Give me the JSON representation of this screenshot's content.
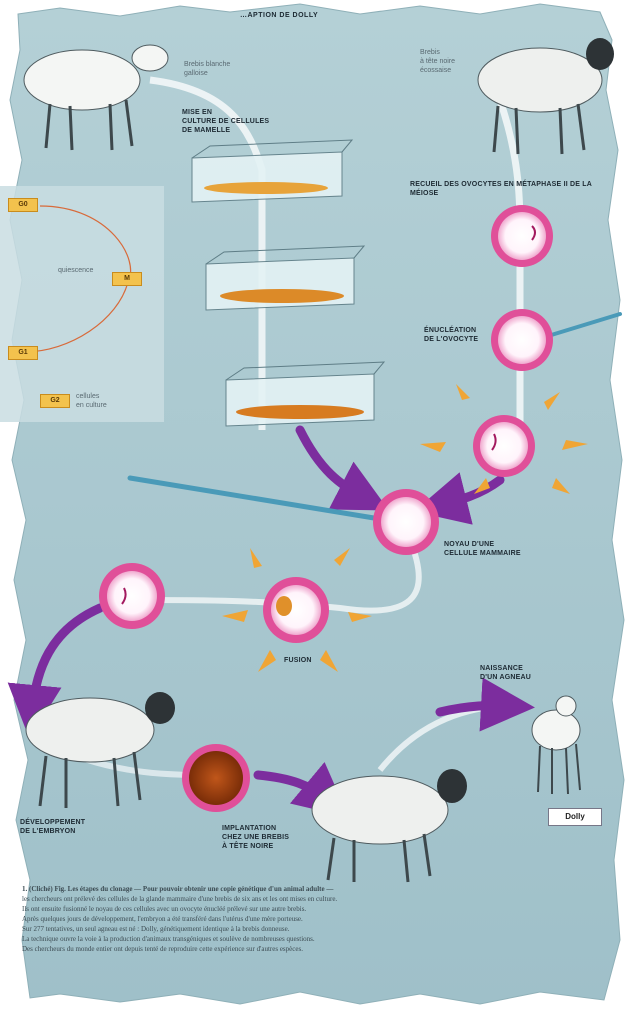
{
  "title": "…APTION DE DOLLY",
  "labels": {
    "left_sheep_note": "Brebis blanche\ngalloise",
    "right_sheep_note": "Brebis\nà tête noire\nécossaise",
    "udder_cells": "MISE EN\nCULTURE DE CELLULES\nDE MAMELLE",
    "retrieval": "RECUEIL DES OVOCYTES EN MÉTAPHASE II DE LA MÉIOSE",
    "enucleation": "ÉNUCLÉATION\nDE L'OVOCYTE",
    "nucleus_transfer": "NOYAU D'UNE\nCELLULE MAMMAIRE",
    "electro_fusion": "FUSION",
    "culture": "DÉVELOPPEMENT\nDE L'EMBRYON",
    "implant": "IMPLANTATION\nCHEZ UNE BREBIS\nÀ TÊTE NOIRE",
    "birth": "NAISSANCE\nD'UN AGNEAU",
    "dolly": "Dolly"
  },
  "cycle_boxes": [
    "G0",
    "M",
    "G1",
    "G2"
  ],
  "cycle_notes": [
    "quiescence",
    "cellules\nen culture"
  ],
  "footer_lines": [
    "1. (Cliché) Fig. Les étapes du clonage — Pour pouvoir obtenir une copie génétique d'un animal adulte —",
    "les chercheurs ont prélevé des cellules de la glande mammaire d'une brebis de six ans et les ont mises en culture.",
    "Ils ont ensuite fusionné le noyau de ces cellules avec un ovocyte énucléé prélevé sur une autre brebis.",
    "Après quelques jours de développement, l'embryon a été transféré dans l'utérus d'une mère porteuse.",
    "Sur 277 tentatives, un seul agneau est né : Dolly, génétiquement identique à la brebis donneuse.",
    "La technique ouvre la voie à la production d'animaux transgéniques et soulève de nombreuses questions.",
    "Des chercheurs du monde entier ont depuis tenté de reproduire cette expérience sur d'autres espèces."
  ],
  "colors": {
    "background": "#a7c7cf",
    "arrow_purple": "#7c2d9e",
    "cell_pink": "#e04f99",
    "flash": "#f0a535"
  }
}
